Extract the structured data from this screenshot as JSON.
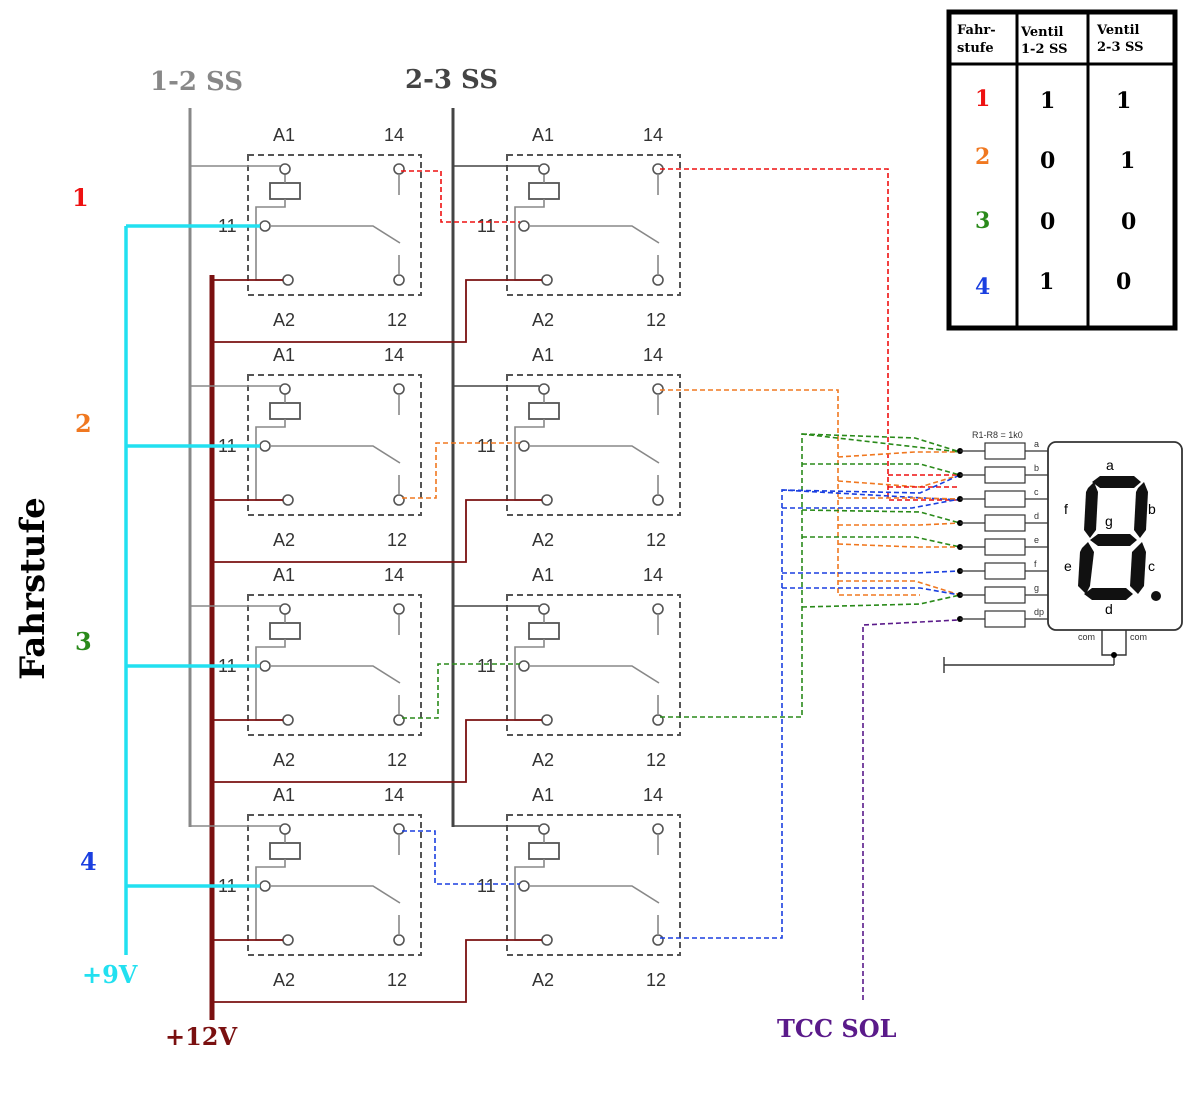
{
  "bus_labels": {
    "ss12": "1-2 SS",
    "ss23": "2-3 SS",
    "plus9v": "+9V",
    "plus12v": "+12V",
    "tcc_sol": "TCC SOL",
    "fahrstufe": "Fahrstufe"
  },
  "colors": {
    "gear1": "#ee1111",
    "gear2": "#f07820",
    "gear3": "#2a8a1a",
    "gear4": "#1a3fe0",
    "cyan_9v": "#22e0f0",
    "darkred_12v": "#7a1010",
    "tcc": "#5a1a8a",
    "ss12_line": "#888888",
    "ss23_line": "#444444"
  },
  "gears": [
    "1",
    "2",
    "3",
    "4"
  ],
  "relay_pins": {
    "a1": "A1",
    "a2": "A2",
    "p14": "14",
    "p12": "12",
    "p11": "11"
  },
  "table": {
    "headers": [
      [
        "Fahr-",
        "stufe"
      ],
      [
        "Ventil",
        "1-2 SS"
      ],
      [
        "Ventil",
        "2-3 SS"
      ]
    ],
    "rows": [
      [
        "1",
        "1",
        "1"
      ],
      [
        "2",
        "0",
        "1"
      ],
      [
        "3",
        "0",
        "0"
      ],
      [
        "4",
        "1",
        "0"
      ]
    ]
  },
  "display": {
    "resistor_label": "R1-R8 = 1k0",
    "pins": [
      "a",
      "b",
      "c",
      "d",
      "e",
      "f",
      "g",
      "dp"
    ],
    "segment_labels": [
      "a",
      "b",
      "c",
      "d",
      "e",
      "f",
      "g"
    ],
    "com_labels": [
      "com",
      "com"
    ]
  }
}
